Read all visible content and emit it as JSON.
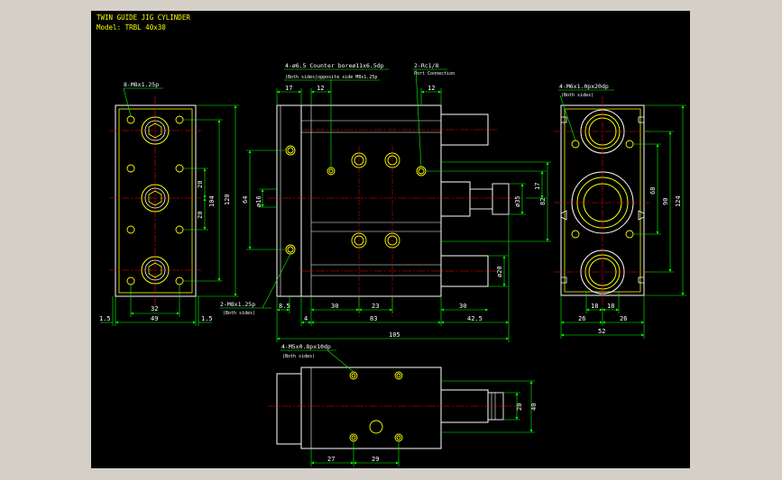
{
  "header": {
    "title": "TWIN GUIDE JIG CYLINDER",
    "model": "Model:  TRBL 40x30"
  },
  "colors": {
    "background": "#000000",
    "outline": "#ffffff",
    "feature": "#ffff00",
    "dimension": "#00ff00",
    "centerline": "#ff0000",
    "window": "#d4d0c8"
  },
  "front_view": {
    "leader_holes": "8-M8x1.25p",
    "dims": {
      "d120": "120",
      "d104": "104",
      "d20a": "20",
      "d20b": "20",
      "d32": "32",
      "d49": "49",
      "d1_5a": "1.5",
      "d1_5b": "1.5"
    }
  },
  "side_view": {
    "leader_counterbore": "4-ø6.5   Counter boreø11x6.5dp",
    "leader_opposite": "(Both sides)opposite side M8x1.25p",
    "leader_port": "2-Rc1/8",
    "leader_port_sub": "Port Connection",
    "leader_bottom": "2-M8x1.25p",
    "leader_bottom_sub": "(Both sides)",
    "dims": {
      "d17a": "17",
      "d12a": "12",
      "d12b": "12",
      "d64": "64",
      "d16": "ø16",
      "d35": "ø35",
      "d17b": "17",
      "d82": "82",
      "d20": "ø20",
      "d8_5": "8.5",
      "d4": "4",
      "d30a": "30",
      "d23": "23",
      "d30b": "30",
      "d83": "83",
      "d42_5": "42.5",
      "d105": "105"
    }
  },
  "rear_view": {
    "leader": "4-M6x1.0px20dp",
    "leader_sub": "(Both sides)",
    "dims": {
      "d68": "68",
      "d90": "90",
      "d124": "124",
      "d18a": "18",
      "d18b": "18",
      "d26a": "26",
      "d26b": "26",
      "d52": "52"
    }
  },
  "top_view": {
    "leader": "4-M5x0.8px10dp",
    "leader_sub": "(Both sides)",
    "dims": {
      "d20": "20",
      "d40": "40",
      "d27": "27",
      "d29": "29"
    }
  }
}
